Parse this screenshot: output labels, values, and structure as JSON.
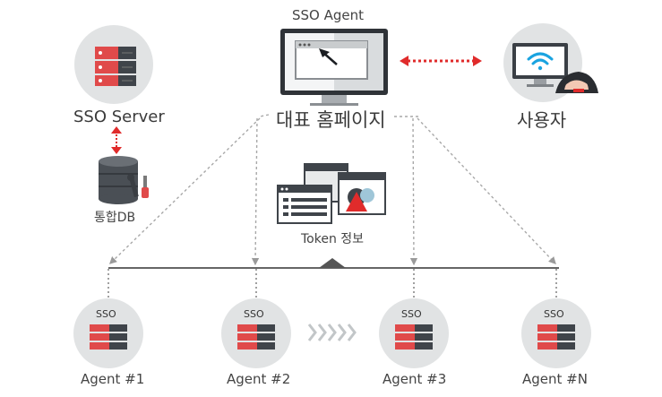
{
  "top": {
    "sso_agent_label": "SSO Agent",
    "homepage_label": "대표 홈페이지",
    "user_label": "사용자"
  },
  "server": {
    "label": "SSO Server",
    "db_label": "통합DB"
  },
  "token_label": "Token 정보",
  "agents": [
    {
      "badge": "SSO",
      "label": "Agent #1"
    },
    {
      "badge": "SSO",
      "label": "Agent #2"
    },
    {
      "badge": "SSO",
      "label": "Agent #3"
    },
    {
      "badge": "SSO",
      "label": "Agent #N"
    }
  ],
  "colors": {
    "circle": "#e1e3e4",
    "server_dark": "#3f444a",
    "server_red": "#e04a4a",
    "arrow_red": "#e02b2b",
    "wifi_blue": "#1aa3e0",
    "line_gray": "#9a9a9a",
    "chevron_gray": "#c2c6c8"
  },
  "icons": [
    "server-icon",
    "database-icon",
    "monitor-icon",
    "wifi-icon",
    "user-icon",
    "browser-window-icon",
    "chevron-icon"
  ]
}
